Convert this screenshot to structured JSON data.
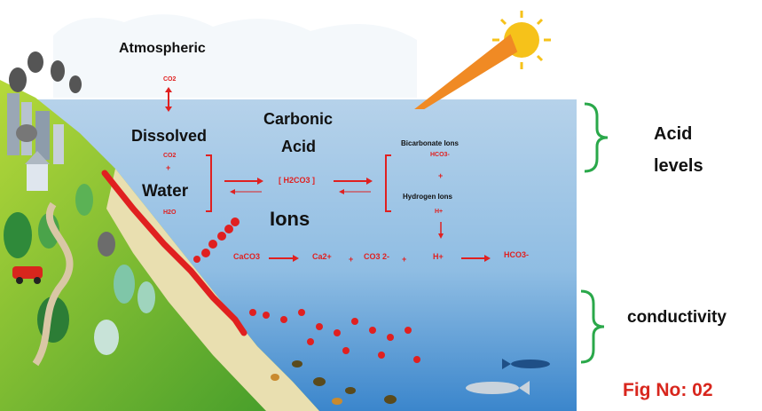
{
  "labels": {
    "atmospheric": "Atmospheric",
    "co2_atm": "CO2",
    "dissolved": "Dissolved",
    "co2_dissolved": "CO2",
    "plus": "+",
    "water": "Water",
    "h2o": "H2O",
    "carbonic": "Carbonic",
    "acid": "Acid",
    "h2co3": "[ H2CO3 ]",
    "bicarbonate_ions": "Bicarbonate Ions",
    "hco3": "HCO3-",
    "hydrogen_ions": "Hydrogen Ions",
    "h_plus": "H+",
    "ions": "Ions",
    "caco3": "CaCO3",
    "ca2": "Ca2+",
    "co3": "CO3 2-",
    "h_plus2": "H+",
    "hco3_2": "HCO3-"
  },
  "side": {
    "acid": "Acid",
    "levels": "levels",
    "conductivity": "conductivity",
    "fig": "Fig No: 02"
  },
  "colors": {
    "sky": "#ffffff",
    "water_top": "#a9cbe6",
    "water_bottom": "#3f8fd0",
    "bracket": "#2aa84a",
    "reaction": "#e02020",
    "sun": "#f6c21a",
    "beam": "#f08a24"
  }
}
